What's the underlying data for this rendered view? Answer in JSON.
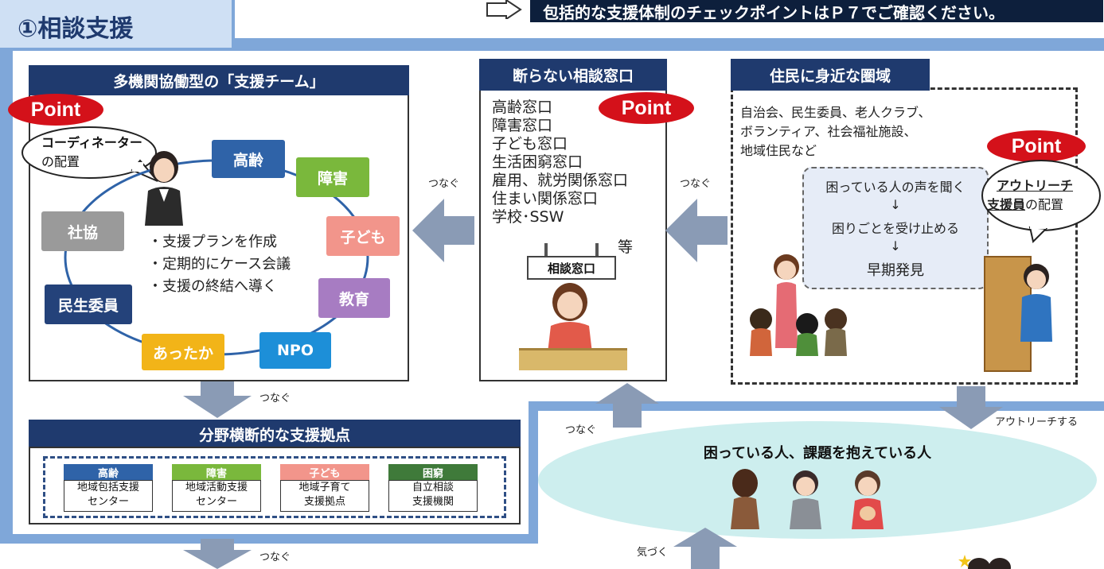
{
  "header": {
    "section_title": "①相談支援",
    "banner_text": "包括的な支援体制のチェックポイントはＰ７でご確認ください。"
  },
  "team": {
    "title": "多機関協働型の「支援チーム」",
    "point": "Point",
    "coordinator_line1": "コーディネーター",
    "coordinator_line2": "の配置",
    "tasks": [
      "・支援プランを作成",
      "・定期的にケース会議",
      "・支援の終結へ導く"
    ],
    "nodes": {
      "koreisha": "高齢",
      "shogai": "障害",
      "kodomo": "子ども",
      "kyoiku": "教育",
      "npo": "NPO",
      "attaka": "あったか",
      "minsei": "民生委員",
      "shakyo": "社協"
    }
  },
  "counter": {
    "title": "断らない相談窓口",
    "point": "Point",
    "items": [
      "高齢窓口",
      "障害窓口",
      "子ども窓口",
      "生活困窮窓口",
      "雇用、就労関係窓口",
      "住まい関係窓口",
      "学校･SSW"
    ],
    "etc": "等",
    "sign": "相談窓口"
  },
  "community": {
    "title": "住民に身近な圏域",
    "members": [
      "自治会、民生委員、老人クラブ、",
      "ボランティア、社会福祉施設、",
      "地域住民など"
    ],
    "point": "Point",
    "outreach_line1": "アウトリーチ",
    "outreach_line2a": "支援員",
    "outreach_line2b": "の配置",
    "flow": [
      "困っている人の声を聞く",
      "↓",
      "困りごとを受け止める",
      "↓",
      "早期発見"
    ]
  },
  "hub": {
    "title": "分野横断的な支援拠点",
    "items": [
      {
        "tag": "高齢",
        "line1": "地域包括支援",
        "line2": "センター"
      },
      {
        "tag": "障害",
        "line1": "地域活動支援",
        "line2": "センター"
      },
      {
        "tag": "子ども",
        "line1": "地域子育て",
        "line2": "支援拠点"
      },
      {
        "tag": "困窮",
        "line1": "自立相談",
        "line2": "支援機関"
      }
    ]
  },
  "people": {
    "title": "困っている人、課題を抱えている人"
  },
  "arrows": {
    "tsunagu": "つなぐ",
    "outreach": "アウトリーチする",
    "kizuku": "気づく"
  },
  "colors": {
    "navy": "#1f3a6e",
    "frame_blue": "#7fa7d9",
    "arrow_gray": "#8a9bb5",
    "point_red": "#d4111a",
    "koreisha": "#2f63a8",
    "shogai": "#7ab83c",
    "kodomo": "#f2958b",
    "kyoiku": "#a77cc2",
    "npo": "#1d8fd8",
    "attaka": "#f2b418",
    "minsei": "#24427a",
    "shakyo": "#9a9a9a",
    "ellipse": "#cdeeee"
  }
}
